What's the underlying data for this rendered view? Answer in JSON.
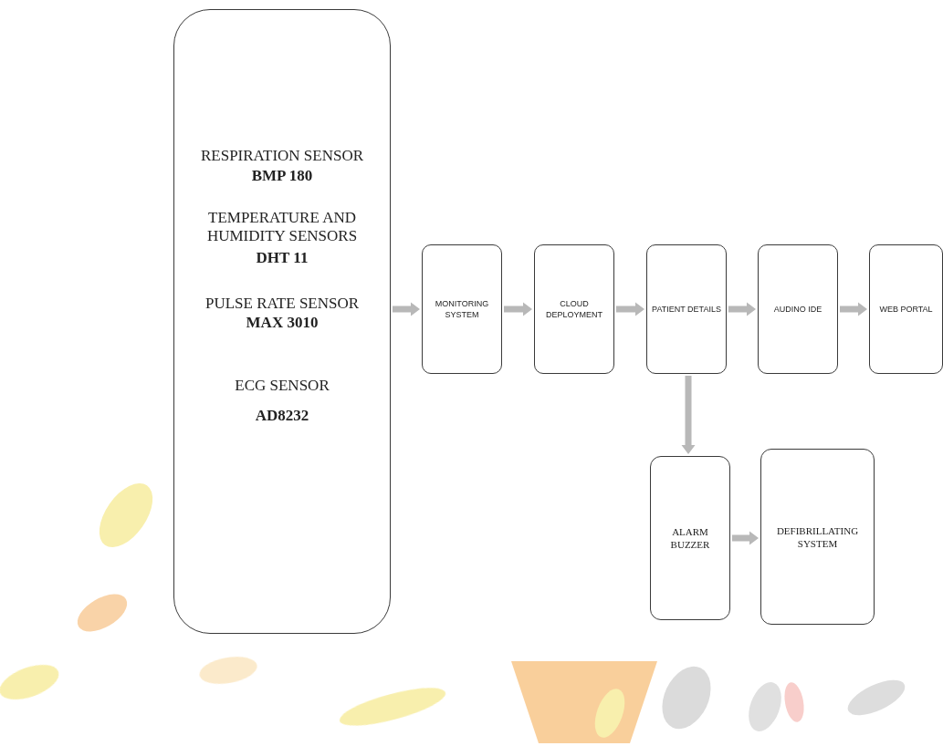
{
  "diagram": {
    "nodes": [
      {
        "text": [
          "RESPIRATION SENSOR",
          "BMP 180",
          "TEMPERATURE AND HUMIDITY SENSORS",
          "DHT 11",
          "PULSE RATE SENSOR",
          "MAX 3010",
          "ECG SENSOR",
          "AD8232"
        ]
      },
      {
        "text": [
          "MONITORING SYSTEM"
        ]
      },
      {
        "text": [
          "CLOUD DEPLOYMENT"
        ]
      },
      {
        "text": [
          "PATIENT DETAILS"
        ]
      },
      {
        "text": [
          "AUDINO IDE"
        ]
      },
      {
        "text": [
          "WEB PORTAL"
        ]
      },
      {
        "text": [
          "ALARM BUZZER"
        ]
      },
      {
        "text": [
          "DEFIBRILLATING SYSTEM"
        ]
      }
    ],
    "edges": [
      {
        "from": 0,
        "to": 1,
        "arrow": "to"
      },
      {
        "from": 1,
        "to": 2,
        "arrow": "to"
      },
      {
        "from": 2,
        "to": 3,
        "arrow": "to"
      },
      {
        "from": 3,
        "to": 4,
        "arrow": "to"
      },
      {
        "from": 4,
        "to": 5,
        "arrow": "to"
      },
      {
        "from": 3,
        "to": 6,
        "arrow": "to"
      },
      {
        "from": 6,
        "to": 7,
        "arrow": "to"
      }
    ]
  }
}
